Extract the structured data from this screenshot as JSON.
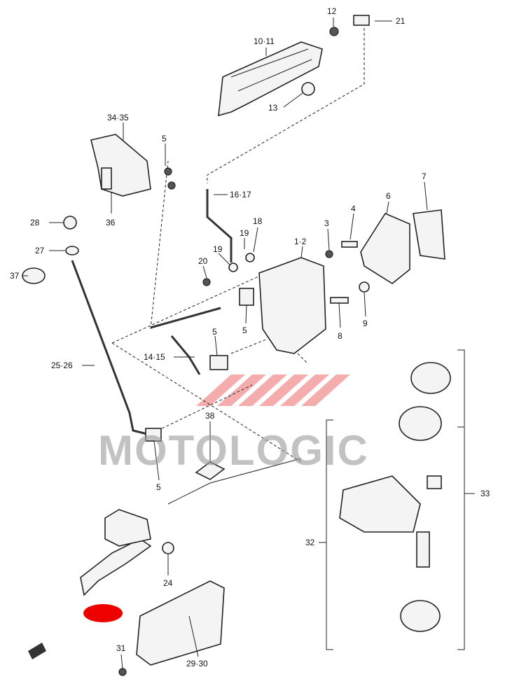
{
  "labels": {
    "p12": "12",
    "p21": "21",
    "p10_11": "10·11",
    "p13": "13",
    "p34_35": "34·35",
    "p5a": "5",
    "p36": "36",
    "p16_17": "16·17",
    "p28": "28",
    "p27": "27",
    "p37": "37",
    "p19a": "19",
    "p18": "18",
    "p19b": "19",
    "p20": "20",
    "p1_2": "1·2",
    "p3": "3",
    "p4": "4",
    "p6": "6",
    "p7": "7",
    "p5b": "5",
    "p8": "8",
    "p9": "9",
    "p25_26": "25·26",
    "p14_15": "14·15",
    "p5c": "5",
    "p38": "38",
    "p5d": "5",
    "p33": "33",
    "p32": "32",
    "p24": "24",
    "p31": "31",
    "p29_30": "29·30"
  },
  "watermark": "MOTOLOGIC",
  "colors": {
    "highlight": "#ee0000",
    "watermark_stripes": "#f08a8a"
  }
}
